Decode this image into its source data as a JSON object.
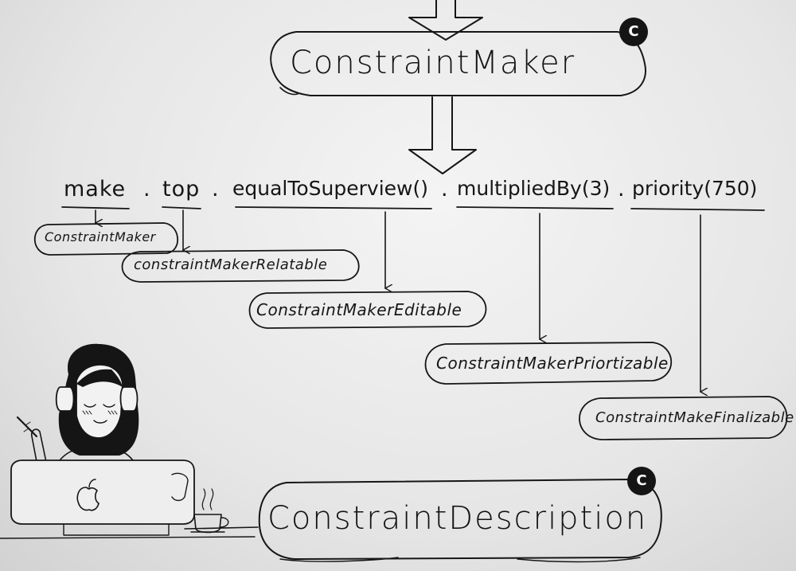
{
  "colors": {
    "ink": "#161616",
    "paper": "#eeeeee",
    "badge": "#151515",
    "badge_text": "#ffffff"
  },
  "top_class": {
    "label": "ConstraintMaker",
    "badge": "C"
  },
  "chain": {
    "segments": [
      {
        "text": "make"
      },
      {
        "text": "."
      },
      {
        "text": "top"
      },
      {
        "text": "."
      },
      {
        "text": "equalToSuperview()"
      },
      {
        "text": "."
      },
      {
        "text": "multipliedBy(3)"
      },
      {
        "text": "."
      },
      {
        "text": "priority(750)"
      }
    ]
  },
  "result_types": [
    {
      "label": "ConstraintMaker"
    },
    {
      "label": "constraintMakerRelatable"
    },
    {
      "label": "ConstraintMakerEditable"
    },
    {
      "label": "ConstraintMakerPriortizable"
    },
    {
      "label": "ConstraintMakeFinalizable"
    }
  ],
  "bottom_class": {
    "label": "ConstraintDescription",
    "badge": "C"
  },
  "illustration": {
    "subject": "girl-with-headphones-at-laptop",
    "logo_icon": "apple-logo-icon",
    "cup_icon": "coffee-cup-icon"
  }
}
